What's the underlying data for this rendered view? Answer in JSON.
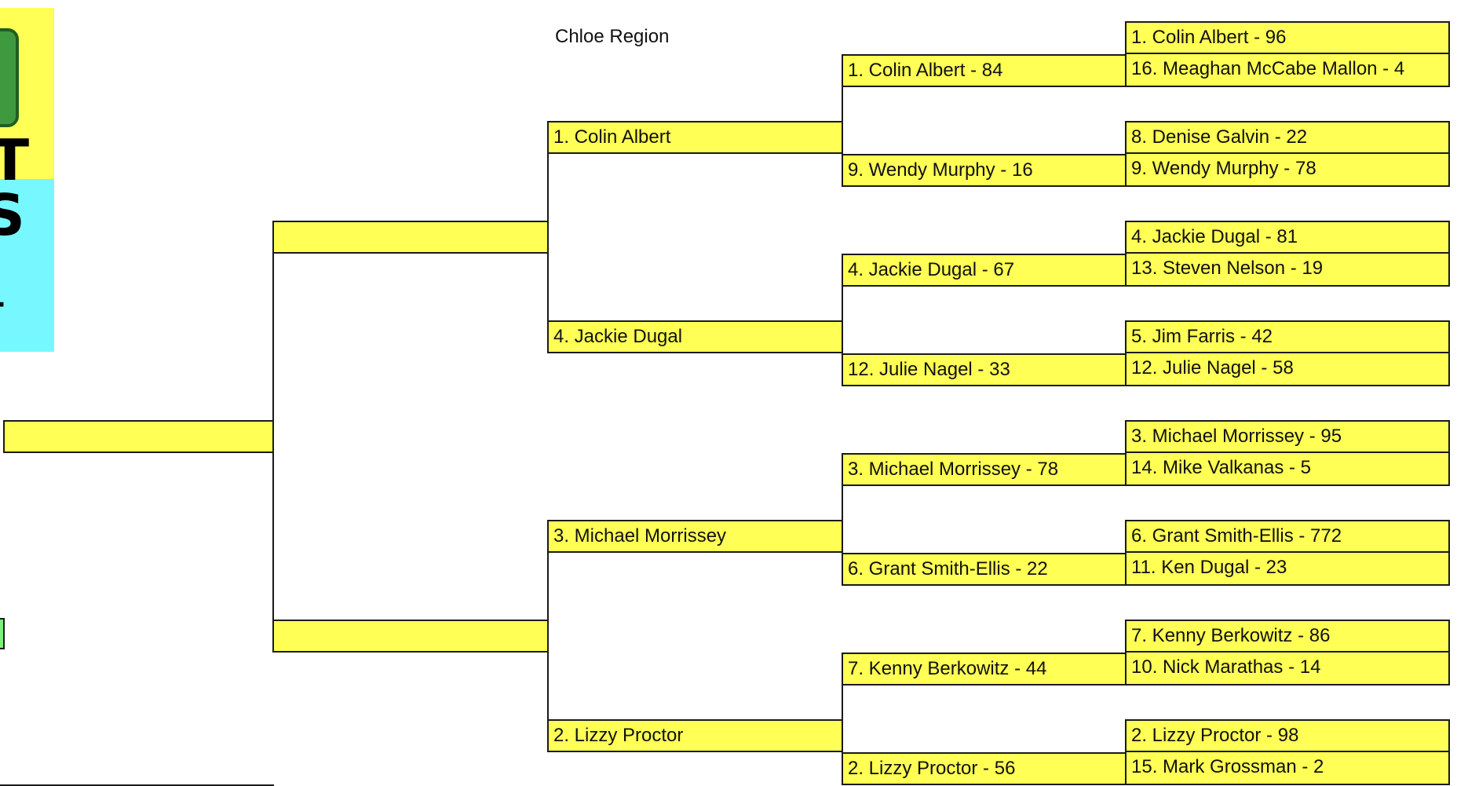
{
  "region_title": "Chloe Region",
  "round1": [
    "1. Colin Albert - 96",
    "16. Meaghan McCabe Mallon - 4",
    "8. Denise Galvin - 22",
    "9. Wendy Murphy - 78",
    "4. Jackie Dugal - 81",
    "13. Steven Nelson - 19",
    "5. Jim Farris - 42",
    "12. Julie Nagel - 58",
    "3. Michael Morrissey - 95",
    "14. Mike Valkanas - 5",
    "6. Grant Smith-Ellis - 772",
    "11. Ken Dugal - 23",
    "7. Kenny Berkowitz - 86",
    "10. Nick Marathas - 14",
    "2. Lizzy Proctor - 98",
    "15. Mark Grossman - 2"
  ],
  "round2": [
    "1. Colin Albert - 84",
    "9. Wendy Murphy - 16",
    "4. Jackie Dugal - 67",
    "12. Julie Nagel - 33",
    "3. Michael Morrissey - 78",
    "6. Grant Smith-Ellis - 22",
    "7. Kenny Berkowitz - 44",
    "2. Lizzy Proctor - 56"
  ],
  "round3": [
    "1. Colin Albert",
    "4. Jackie Dugal",
    "3. Michael Morrissey",
    "2. Lizzy Proctor"
  ],
  "round4": [
    "",
    ""
  ],
  "round5": [
    ""
  ],
  "logo": {
    "letters": [
      "T",
      "S",
      "-"
    ],
    "colors": {
      "top": "#ffff55",
      "bottom": "#77f7ff",
      "badge": "#3f9a3f"
    }
  },
  "colors": {
    "cell_fill": "#ffff55",
    "border": "#1a1a1a",
    "accent_green": "#7cf07c"
  }
}
